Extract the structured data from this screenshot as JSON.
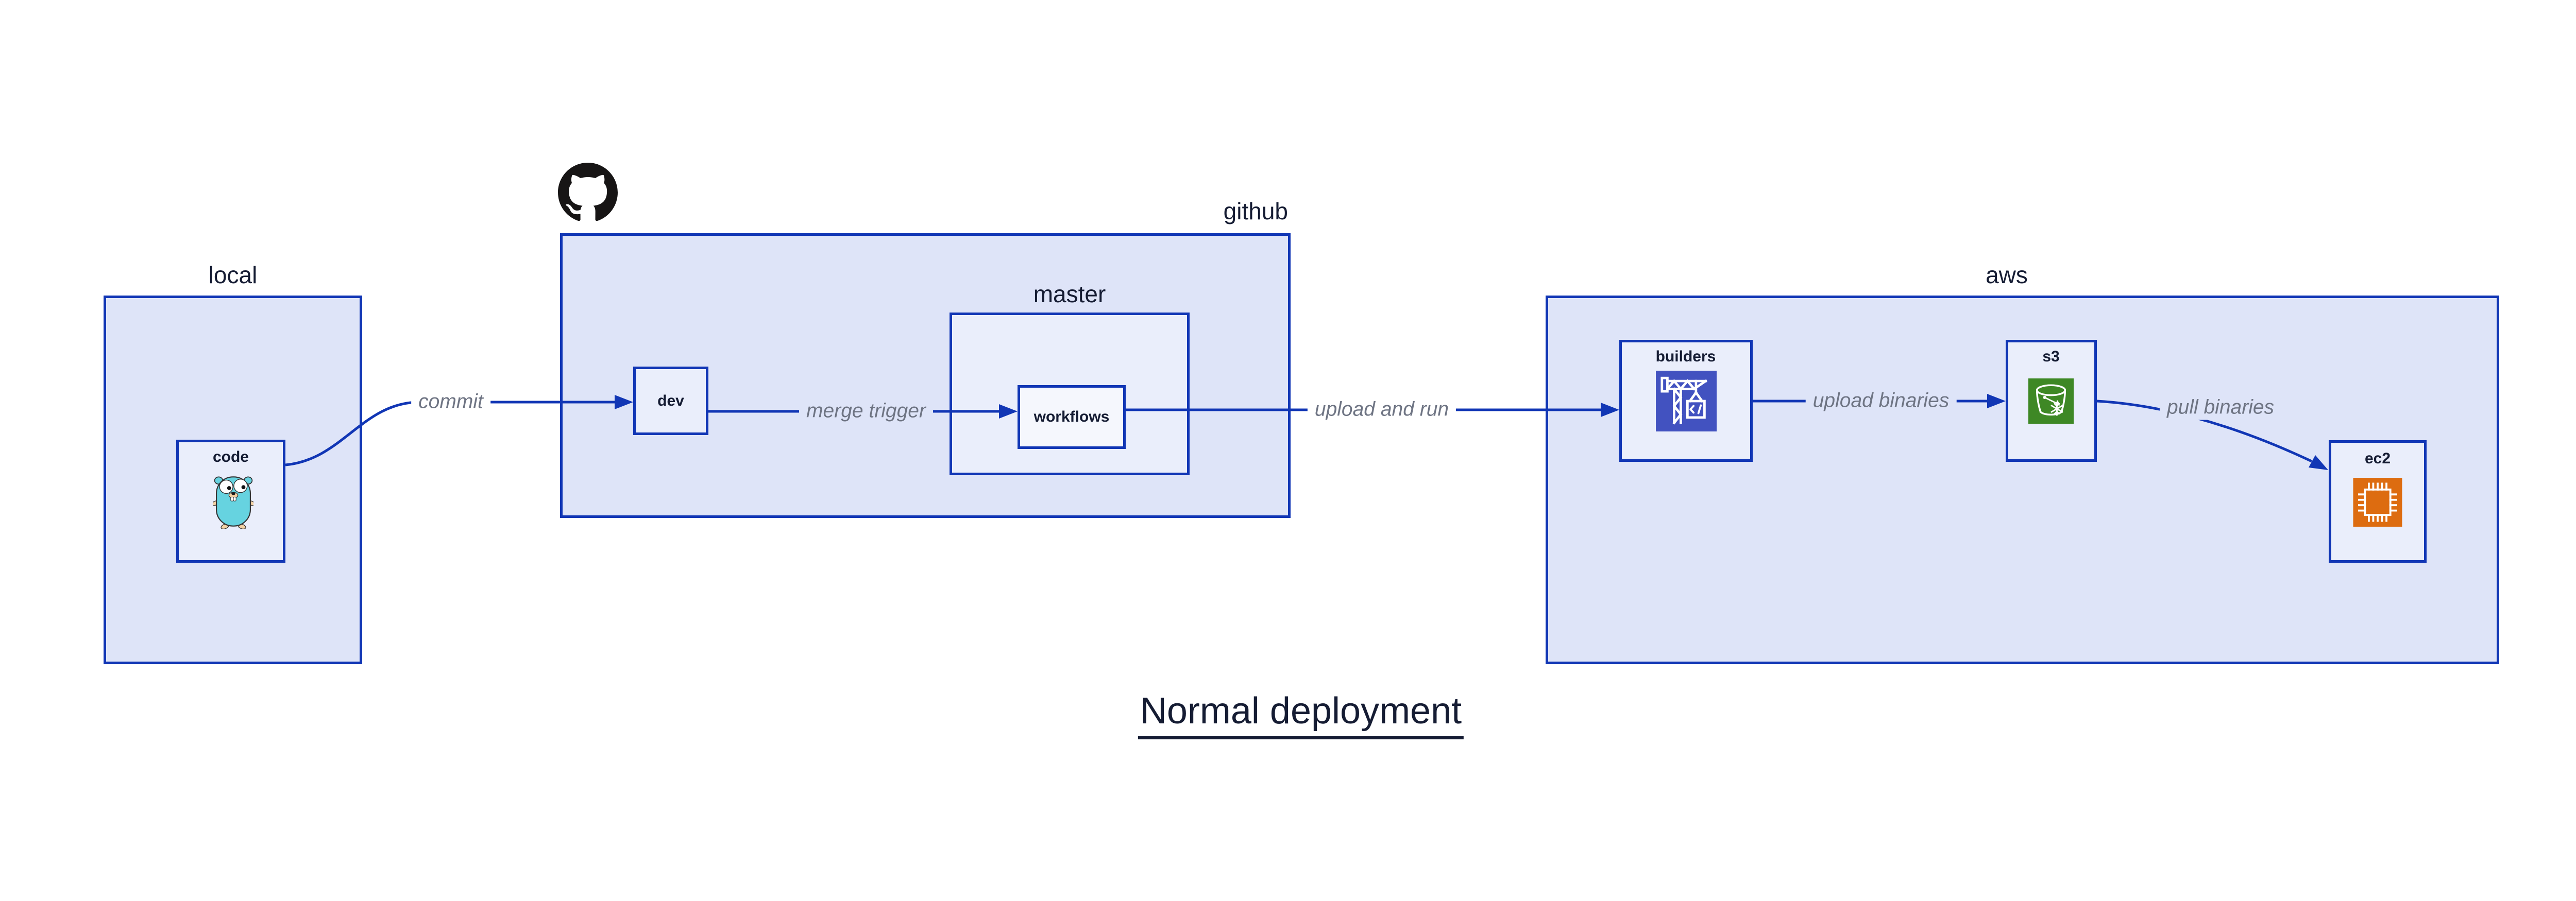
{
  "title": {
    "text": "Normal deployment"
  },
  "containers": {
    "local": {
      "label": "local"
    },
    "github": {
      "label": "github"
    },
    "master": {
      "label": "master"
    },
    "aws": {
      "label": "aws"
    }
  },
  "nodes": {
    "code": {
      "label": "code"
    },
    "dev": {
      "label": "dev"
    },
    "workflows": {
      "label": "workflows"
    },
    "builders": {
      "label": "builders"
    },
    "s3": {
      "label": "s3"
    },
    "ec2": {
      "label": "ec2"
    }
  },
  "edges": {
    "commit": {
      "label": "commit",
      "from": "code",
      "to": "dev"
    },
    "merge": {
      "label": "merge trigger",
      "from": "dev",
      "to": "workflows"
    },
    "upload_run": {
      "label": "upload and run",
      "from": "workflows",
      "to": "builders"
    },
    "upload_bin": {
      "label": "upload binaries",
      "from": "builders",
      "to": "s3"
    },
    "pull_bin": {
      "label": "pull binaries",
      "from": "s3",
      "to": "ec2"
    }
  },
  "icons": {
    "octocat": "github-octocat-logo",
    "gopher": "go-gopher-mascot",
    "builders": "aws-codebuild-crane-icon",
    "s3": "aws-s3-glacier-bucket-icon",
    "ec2": "aws-ec2-chip-icon"
  },
  "colors": {
    "background": "#ffffff",
    "stroke": "#1136b5",
    "container_fill": "#dee4f8",
    "node_fill": "#eaeefb",
    "nested_fill": "#f5f7fd",
    "text": "#151c33",
    "edge_label": "#6e7483",
    "codebuild": "#4252c0",
    "s3": "#3e8825",
    "ec2": "#dd6c10",
    "octocat": "#171515",
    "gopher_body": "#66d3e0",
    "gopher_skin": "#f2d1a4"
  }
}
